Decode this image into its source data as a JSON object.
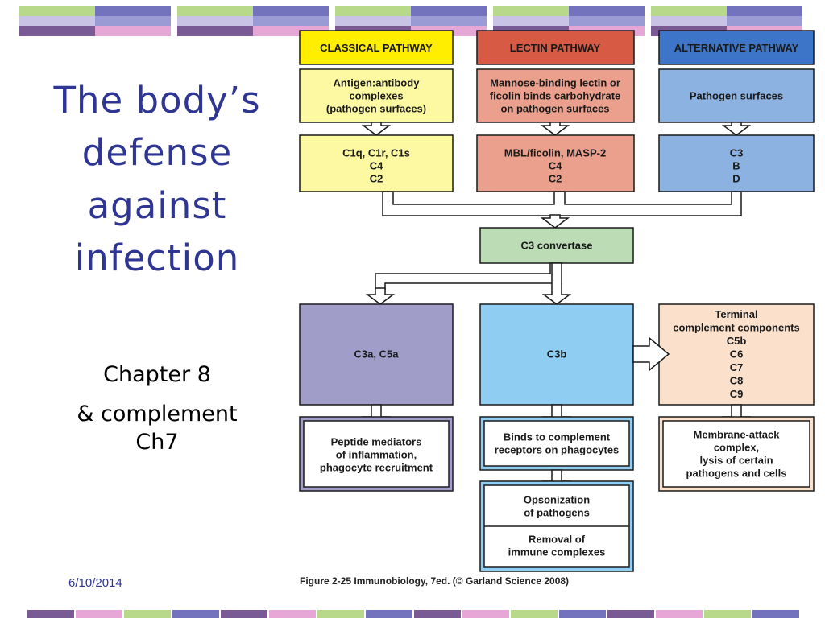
{
  "slide": {
    "title_lines": [
      "The body’s",
      "defense",
      "against",
      "infection"
    ],
    "subtitle_lines": [
      "Chapter 8",
      "& complement",
      "Ch7"
    ],
    "date": "6/10/2014",
    "caption": "Figure 2-25  Immunobiology, 7ed. (© Garland Science 2008)"
  },
  "colors": {
    "title_text": "#2e3592",
    "classical_header": "#ffee00",
    "classical_box": "#fdf9a3",
    "lectin_header": "#d65a44",
    "lectin_box": "#eaa08c",
    "alternative_header": "#3d76c8",
    "alternative_box": "#8cb2e2",
    "convertase_box": "#bcdcb6",
    "c3a_box": "#a09ec9",
    "c3b_box": "#8fcdf3",
    "terminal_box": "#fbe1cc"
  },
  "diagram": {
    "pathways": [
      {
        "header": "CLASSICAL PATHWAY",
        "trigger": [
          "Antigen:antibody",
          "complexes",
          "(pathogen surfaces)"
        ],
        "components": [
          "C1q, C1r, C1s",
          "C4",
          "C2"
        ]
      },
      {
        "header": "LECTIN PATHWAY",
        "trigger": [
          "Mannose-binding lectin or",
          "ficolin binds carbohydrate",
          "on pathogen surfaces"
        ],
        "components": [
          "MBL/ficolin, MASP-2",
          "C4",
          "C2"
        ]
      },
      {
        "header": "ALTERNATIVE PATHWAY",
        "trigger": [
          "Pathogen surfaces"
        ],
        "components": [
          "C3",
          "B",
          "D"
        ]
      }
    ],
    "convertase": [
      "C3 convertase"
    ],
    "c3a_c5a": [
      "C3a, C5a"
    ],
    "c3b": [
      "C3b"
    ],
    "terminal": [
      "Terminal",
      "complement components",
      "C5b",
      "C6",
      "C7",
      "C8",
      "C9"
    ],
    "outcome_inflammation": [
      "Peptide mediators",
      "of inflammation,",
      "phagocyte recruitment"
    ],
    "outcome_binds": [
      "Binds to complement",
      "receptors on phagocytes"
    ],
    "outcome_opsonization": [
      "Opsonization",
      "of pathogens"
    ],
    "outcome_removal": [
      "Removal of",
      "immune complexes"
    ],
    "outcome_mac": [
      "Membrane-attack",
      "complex,",
      "lysis of certain",
      "pathogens and cells"
    ]
  }
}
